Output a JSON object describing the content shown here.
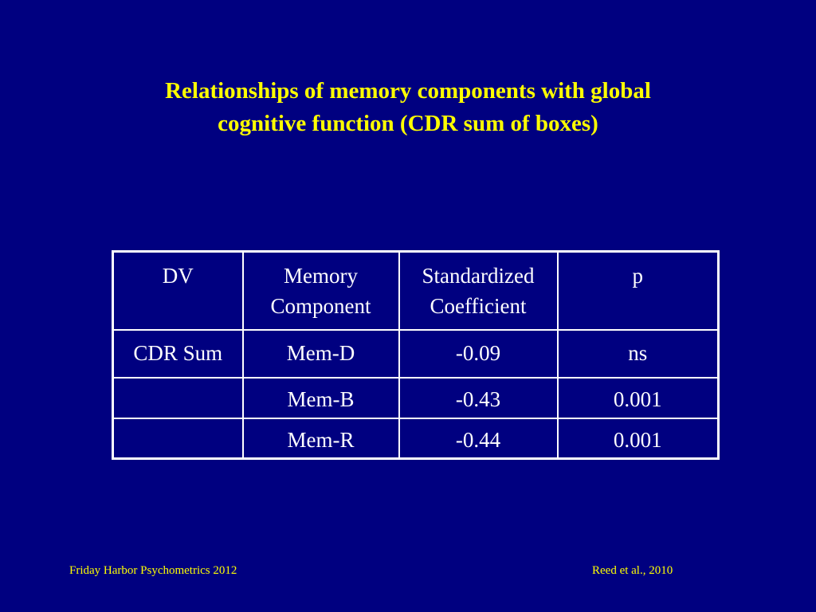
{
  "slide": {
    "title_lines": [
      "Relationships of memory components with global",
      "cognitive function (CDR sum of boxes)"
    ],
    "table": {
      "headers": [
        [
          "DV"
        ],
        [
          "Memory",
          "Component"
        ],
        [
          "Standardized",
          "Coefficient"
        ],
        [
          "p"
        ]
      ],
      "rows": [
        [
          "CDR Sum",
          "Mem-D",
          "-0.09",
          "ns"
        ],
        [
          "",
          "Mem-B",
          "-0.43",
          "0.001"
        ],
        [
          "",
          "Mem-R",
          "-0.44",
          "0.001"
        ]
      ]
    },
    "footer": {
      "left": "Friday Harbor Psychometrics 2012",
      "right": "Reed et al., 2010"
    },
    "colors": {
      "background": "#000080",
      "title_text": "#ffff00",
      "table_text": "#ffffff",
      "footer_text": "#ffff00"
    }
  }
}
